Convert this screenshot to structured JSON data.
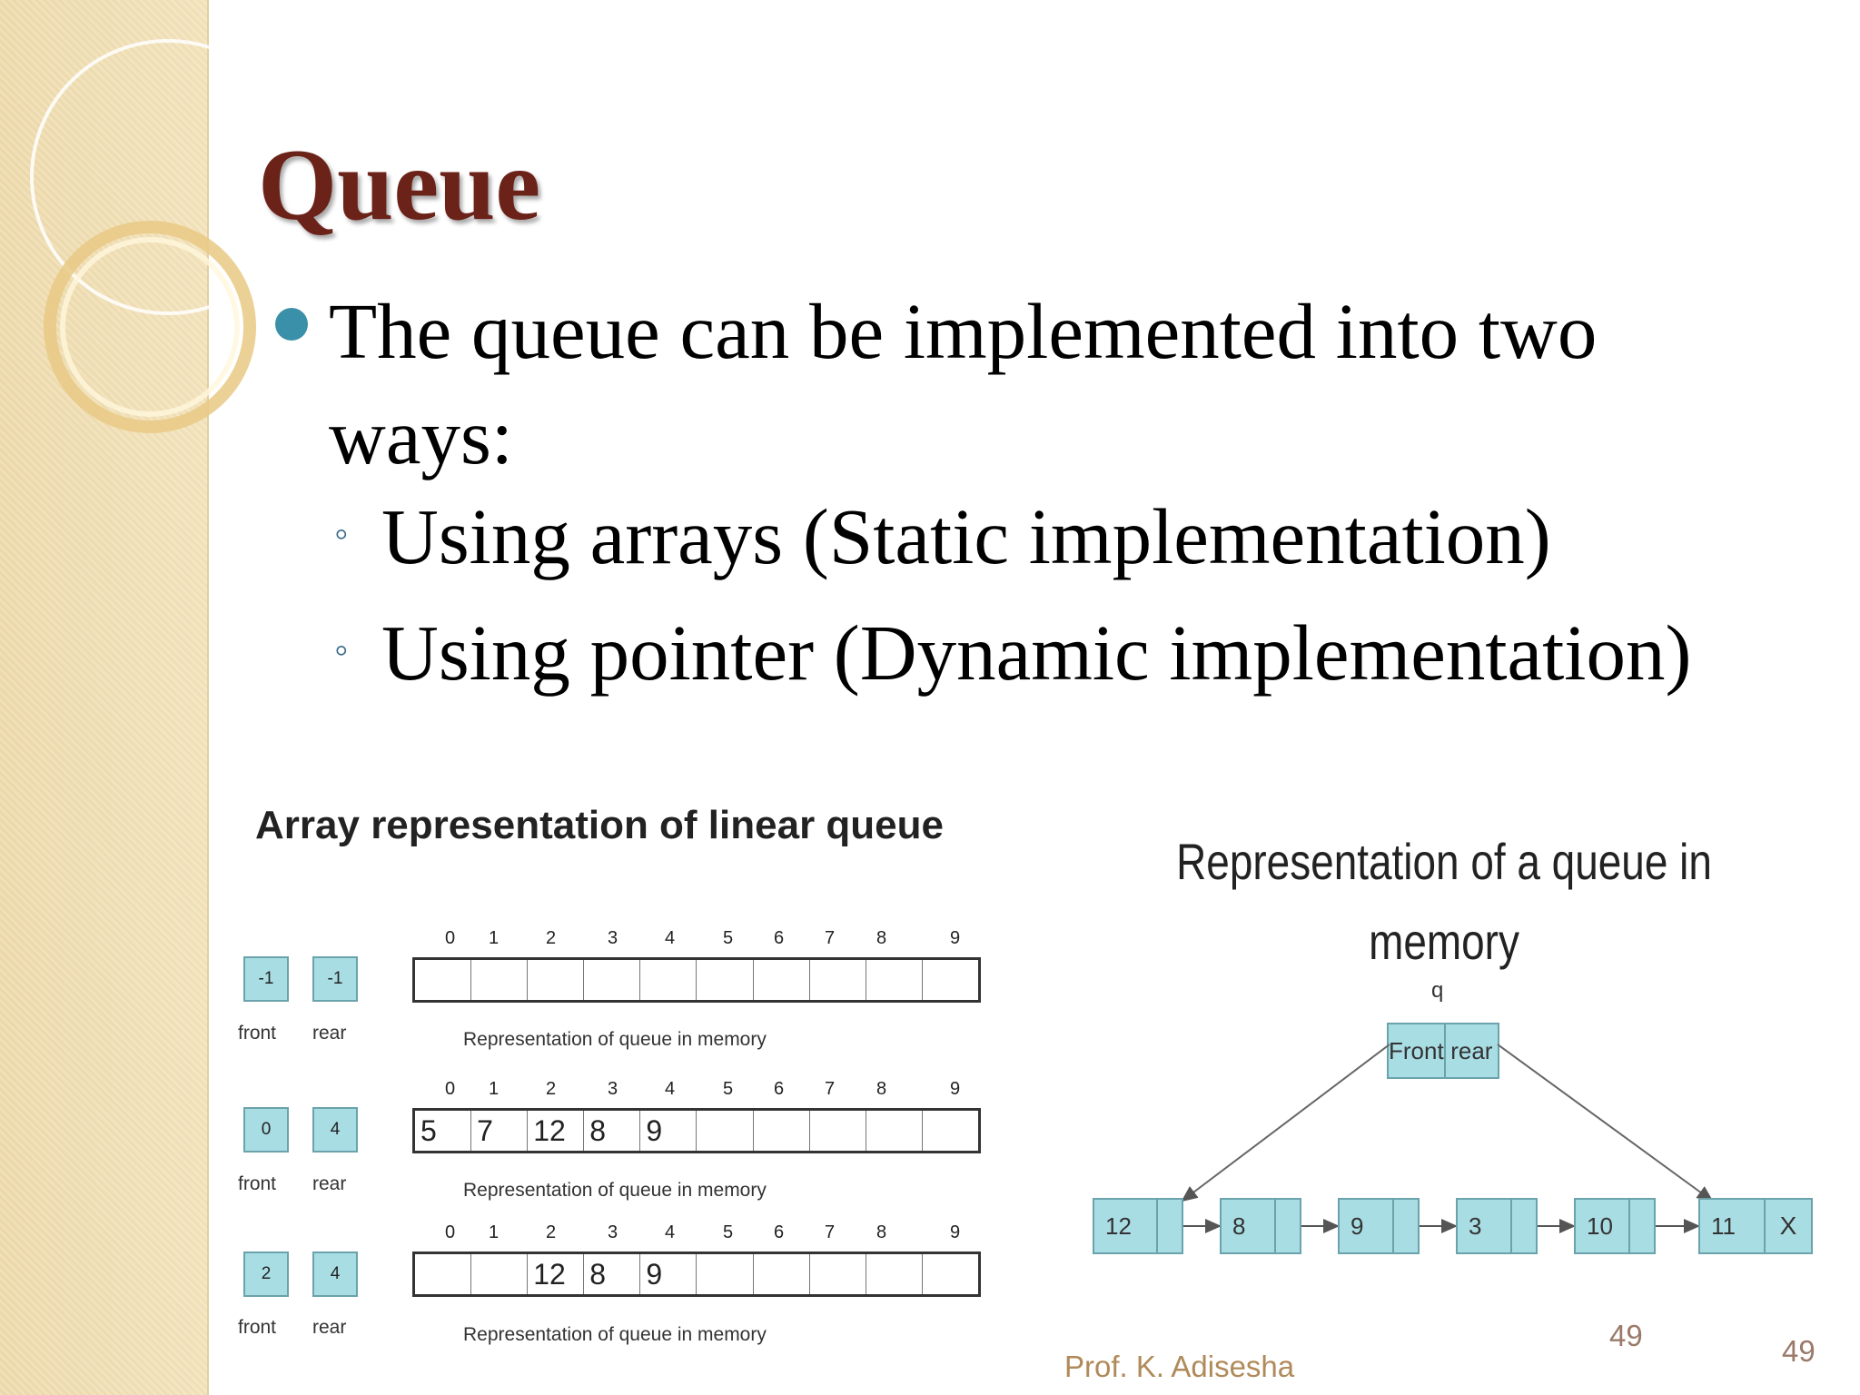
{
  "slide": {
    "title": "Queue",
    "bullet_line1": "The queue can be implemented into two",
    "bullet_line2": "ways:",
    "sub_bullets": [
      "Using arrays (Static implementation)",
      "Using pointer (Dynamic implementation)"
    ],
    "sub_marker": "◦"
  },
  "array_diagram": {
    "title": "Array representation of linear queue",
    "indices": [
      "0",
      "1",
      "2",
      "3",
      "4",
      "5",
      "6",
      "7",
      "8",
      "9"
    ],
    "caption": "Representation of queue in memory",
    "front_label": "front",
    "rear_label": "rear",
    "states": [
      {
        "front": "-1",
        "rear": "-1",
        "cells": [
          "",
          "",
          "",
          "",
          "",
          "",
          "",
          "",
          "",
          ""
        ]
      },
      {
        "front": "0",
        "rear": "4",
        "cells": [
          "5",
          "7",
          "12",
          "8",
          "9",
          "",
          "",
          "",
          "",
          ""
        ]
      },
      {
        "front": "2",
        "rear": "4",
        "cells": [
          "",
          "",
          "12",
          "8",
          "9",
          "",
          "",
          "",
          "",
          ""
        ]
      }
    ]
  },
  "linked_diagram": {
    "title": "Representation of a queue in memory",
    "q_label": "q",
    "front_label": "Front",
    "rear_label": "rear",
    "nodes": [
      "12",
      "8",
      "9",
      "3",
      "10",
      "11"
    ],
    "null_marker": "X"
  },
  "footer": {
    "author": "Prof. K. Adisesha",
    "page_number": "49",
    "slide_number": "49"
  },
  "colors": {
    "title": "#6b2218",
    "bullet": "#3a90a8",
    "node_fill": "#a9dde4",
    "sidebar": "#efdcae"
  }
}
